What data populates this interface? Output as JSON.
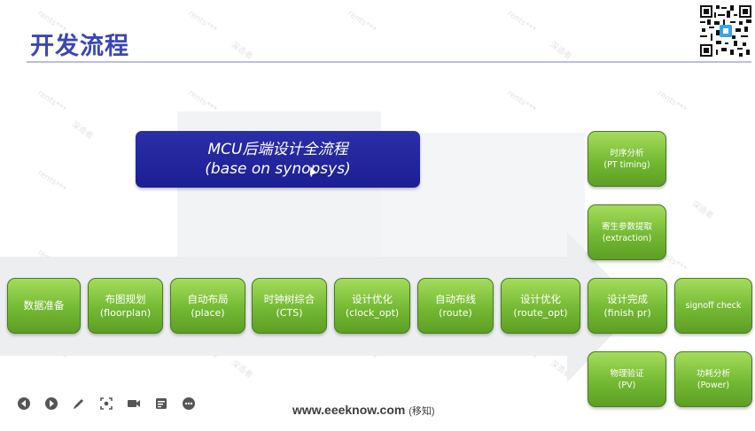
{
  "slide": {
    "title": "开发流程",
    "banner": {
      "line1": "MCU后端设计全流程",
      "line2": "(base on synopsys)"
    },
    "flow_steps": [
      {
        "zh": "数据准备",
        "en": ""
      },
      {
        "zh": "布图规划",
        "en": "(floorplan)"
      },
      {
        "zh": "自动布局",
        "en": "(place)"
      },
      {
        "zh": "时钟树综合",
        "en": "(CTS)"
      },
      {
        "zh": "设计优化",
        "en": "(clock_opt)"
      },
      {
        "zh": "自动布线",
        "en": "(route)"
      },
      {
        "zh": "设计优化",
        "en": "(route_opt)"
      },
      {
        "zh": "设计完成",
        "en": "(finish pr)"
      },
      {
        "zh": "signoff check",
        "en": ""
      }
    ],
    "side_steps": {
      "timing": {
        "zh": "时序分析",
        "en": "(PT timing)"
      },
      "extraction": {
        "zh": "寄生参数提取",
        "en": "(extraction)"
      },
      "pv": {
        "zh": "物理验证",
        "en": "(PV)"
      },
      "power": {
        "zh": "功耗分析",
        "en": "(Power)"
      }
    },
    "footer": {
      "site": "www.eeeknow.com",
      "suffix": "(移知)"
    },
    "watermark": "rents***",
    "watermark_cn": "深造者"
  },
  "toolbar": {
    "icons": [
      "prev-icon",
      "next-icon",
      "pen-icon",
      "focus-icon",
      "camera-icon",
      "notes-icon",
      "more-icon"
    ]
  },
  "colors": {
    "title": "#3b46b5",
    "banner": "#1f2399",
    "box_green": "#74b933",
    "arrow_bg": "#eceef0"
  }
}
